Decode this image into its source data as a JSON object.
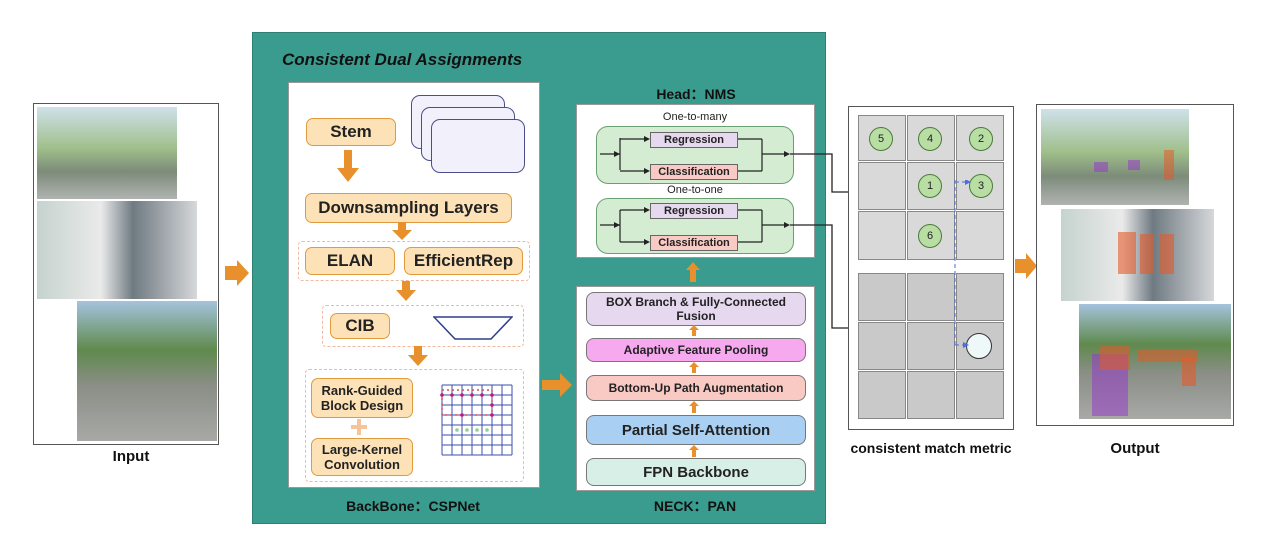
{
  "labels": {
    "input": "Input",
    "output": "Output",
    "match_metric": "consistent match metric",
    "panel_title": "Consistent Dual Assignments",
    "backbone": "BackBone：CSPNet",
    "neck": "NECK：PAN",
    "head": "Head：NMS"
  },
  "backbone": {
    "stem": "Stem",
    "downsampling": "Downsampling Layers",
    "elan": "ELAN",
    "efficientrep": "EfficientRep",
    "cib": "CIB",
    "rank_guided": "Rank-Guided Block Design",
    "large_kernel": "Large-Kernel Convolution"
  },
  "neck": {
    "box_branch": "BOX Branch & Fully-Connected Fusion",
    "adaptive_pooling": "Adaptive Feature Pooling",
    "bottom_up": "Bottom-Up Path Augmentation",
    "partial_attention": "Partial Self-Attention",
    "fpn": "FPN Backbone"
  },
  "head_section": {
    "one_to_many": "One-to-many",
    "one_to_one": "One-to-one",
    "regression": "Regression",
    "classification": "Classification"
  },
  "match_grid": {
    "circles": [
      "5",
      "4",
      "2",
      "1",
      "3",
      "6"
    ]
  },
  "colors": {
    "panel_teal": "#3a9c8e",
    "arrow_orange": "#e8902c",
    "stem_fill": "#fde2b8",
    "box_branch_fill": "#e6d8ee",
    "adaptive_fill": "#f7a9f0",
    "bottom_up_fill": "#f9c9c4",
    "partial_fill": "#a9cff2",
    "fpn_fill": "#d7efe6",
    "head_group_fill": "#d3ecd2",
    "circle_fill": "#b9dea4"
  }
}
